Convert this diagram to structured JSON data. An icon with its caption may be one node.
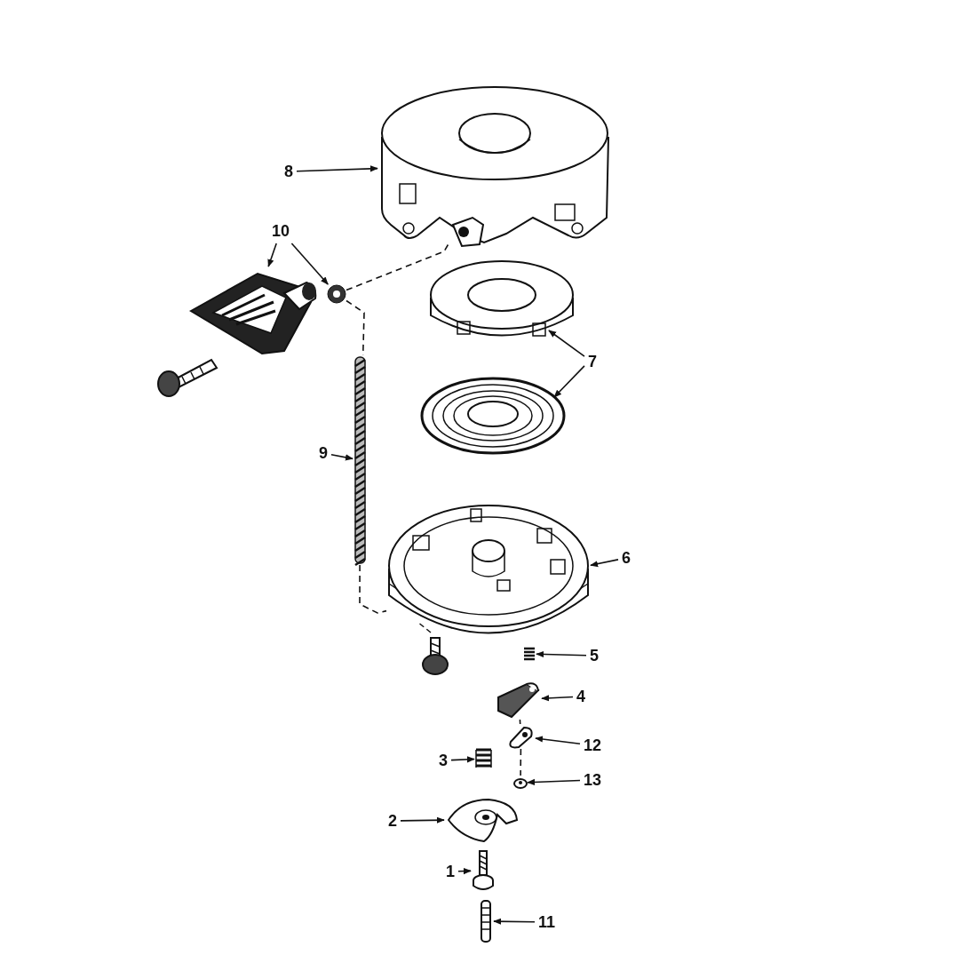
{
  "diagram": {
    "nodes": [
      {
        "text": [
          "8"
        ]
      },
      {
        "text": [],
        "shape": "picture"
      },
      {
        "text": [
          "10"
        ]
      },
      {
        "text": [],
        "shape": "picture"
      },
      {
        "text": [],
        "shape": "picture"
      },
      {
        "text": [
          "7"
        ]
      },
      {
        "text": [],
        "shape": "picture"
      },
      {
        "text": [],
        "shape": "picture"
      },
      {
        "text": [
          "9"
        ]
      },
      {
        "text": [],
        "shape": "picture"
      },
      {
        "text": [
          "6"
        ]
      },
      {
        "text": [],
        "shape": "picture"
      },
      {
        "text": [
          "5"
        ]
      },
      {
        "text": [],
        "shape": "picture"
      },
      {
        "text": [
          "4"
        ]
      },
      {
        "text": [],
        "shape": "picture"
      },
      {
        "text": [
          "12"
        ]
      },
      {
        "text": [],
        "shape": "picture"
      },
      {
        "text": [
          "3"
        ]
      },
      {
        "text": [],
        "shape": "picture"
      },
      {
        "text": [
          "13"
        ]
      },
      {
        "text": [],
        "shape": "picture"
      },
      {
        "text": [
          "2"
        ]
      },
      {
        "text": [],
        "shape": "picture"
      },
      {
        "text": [
          "1"
        ]
      },
      {
        "text": [],
        "shape": "picture"
      },
      {
        "text": [
          "11"
        ]
      },
      {
        "text": [],
        "shape": "picture"
      }
    ],
    "edges": [
      {
        "from": 0,
        "to": 1,
        "arrow": "to"
      },
      {
        "from": 2,
        "to": 3,
        "arrow": "to"
      },
      {
        "from": 2,
        "to": 4,
        "arrow": "to"
      },
      {
        "from": 5,
        "to": 6,
        "arrow": "to"
      },
      {
        "from": 5,
        "to": 7,
        "arrow": "to"
      },
      {
        "from": 8,
        "to": 9,
        "arrow": "to"
      },
      {
        "from": 10,
        "to": 11,
        "arrow": "to"
      },
      {
        "from": 12,
        "to": 13,
        "arrow": "to"
      },
      {
        "from": 14,
        "to": 15,
        "arrow": "to"
      },
      {
        "from": 16,
        "to": 17,
        "arrow": "to"
      },
      {
        "from": 18,
        "to": 19,
        "arrow": "to"
      },
      {
        "from": 20,
        "to": 21,
        "arrow": "to"
      },
      {
        "from": 22,
        "to": 23,
        "arrow": "to"
      },
      {
        "from": 24,
        "to": 25,
        "arrow": "to"
      },
      {
        "from": 26,
        "to": 27,
        "arrow": "to"
      },
      {
        "from": 4,
        "to": 1,
        "arrow": "none",
        "style": "dashed"
      },
      {
        "from": 4,
        "to": 9,
        "arrow": "none",
        "style": "dashed"
      },
      {
        "from": 9,
        "to": 11,
        "arrow": "none",
        "style": "dashed"
      },
      {
        "from": 15,
        "to": 17,
        "arrow": "none",
        "style": "dashed"
      },
      {
        "from": 17,
        "to": 21,
        "arrow": "none",
        "style": "dashed"
      }
    ]
  }
}
